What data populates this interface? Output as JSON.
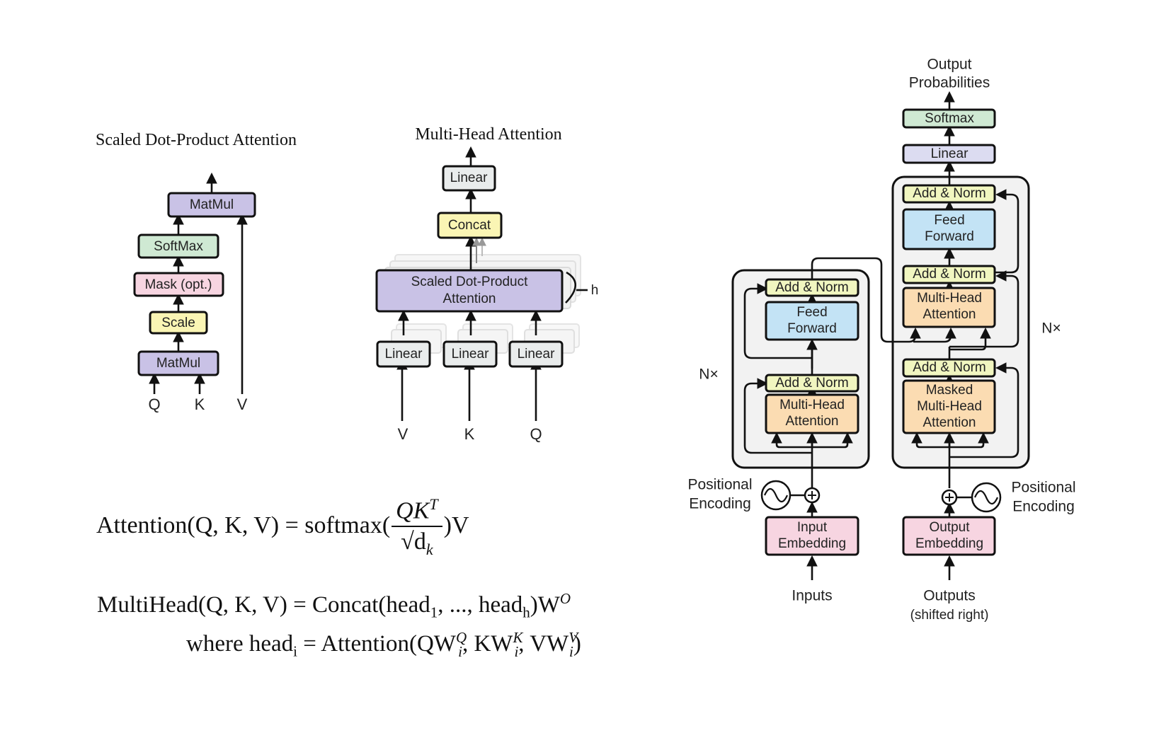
{
  "colors": {
    "matmul": "#c9c2e6",
    "softmax": "#cfe9d3",
    "mask": "#f7d5e1",
    "scale": "#faf5b4",
    "linear": "#e9ecec",
    "concat": "#faf5b4",
    "attention": "#fbdcb2",
    "feed_forward": "#c3e3f5",
    "add_norm": "#f1f6c0",
    "embedding": "#f7d5e1",
    "final_linear": "#dcdcf1",
    "final_softmax": "#cfe9d3",
    "block_bg": "#f2f2f2"
  },
  "sdpa": {
    "title": "Scaled Dot-Product Attention",
    "matmul_top": "MatMul",
    "softmax": "SoftMax",
    "mask": "Mask (opt.)",
    "scale": "Scale",
    "matmul_bottom": "MatMul",
    "inputs": [
      "Q",
      "K",
      "V"
    ]
  },
  "mha": {
    "title": "Multi-Head Attention",
    "linear_top": "Linear",
    "concat": "Concat",
    "sdpa_line1": "Scaled Dot-Product",
    "sdpa_line2": "Attention",
    "h_label": "h",
    "linears": [
      "Linear",
      "Linear",
      "Linear"
    ],
    "inputs": [
      "V",
      "K",
      "Q"
    ]
  },
  "formulas": {
    "attention": {
      "lhs": "Attention(Q, K, V) = softmax(",
      "num": "QK",
      "num_sup": "T",
      "den": "√d",
      "den_sub": "k",
      "rhs": ")V"
    },
    "multihead": {
      "lhs": "MultiHead(Q, K, V) = Concat(head",
      "sub1": "1",
      "mid": ", ..., head",
      "subh": "h",
      "end": ")W",
      "sup": "O"
    },
    "where": {
      "prefix": "where head",
      "sub_i": "i",
      "eq": " = Attention(QW",
      "q_sup": "Q",
      "q_sub": "i",
      "k_part": ", KW",
      "k_sup": "K",
      "k_sub": "i",
      "v_part": ", VW",
      "v_sup": "V",
      "v_sub": "i",
      "close": ")"
    }
  },
  "transformer": {
    "output_probabilities": [
      "Output",
      "Probabilities"
    ],
    "softmax": "Softmax",
    "linear": "Linear",
    "encoder": {
      "nx": "N×",
      "add_norm_top": "Add & Norm",
      "feed_forward": [
        "Feed",
        "Forward"
      ],
      "add_norm_bottom": "Add & Norm",
      "attention": [
        "Multi-Head",
        "Attention"
      ]
    },
    "decoder": {
      "nx": "N×",
      "add_norm_1": "Add & Norm",
      "feed_forward": [
        "Feed",
        "Forward"
      ],
      "add_norm_2": "Add & Norm",
      "attention": [
        "Multi-Head",
        "Attention"
      ],
      "add_norm_3": "Add & Norm",
      "masked_attention": [
        "Masked",
        "Multi-Head",
        "Attention"
      ]
    },
    "positional_encoding_left": [
      "Positional",
      "Encoding"
    ],
    "positional_encoding_right": [
      "Positional",
      "Encoding"
    ],
    "input_embedding": [
      "Input",
      "Embedding"
    ],
    "output_embedding": [
      "Output",
      "Embedding"
    ],
    "inputs": "Inputs",
    "outputs": [
      "Outputs",
      "(shifted right)"
    ]
  }
}
